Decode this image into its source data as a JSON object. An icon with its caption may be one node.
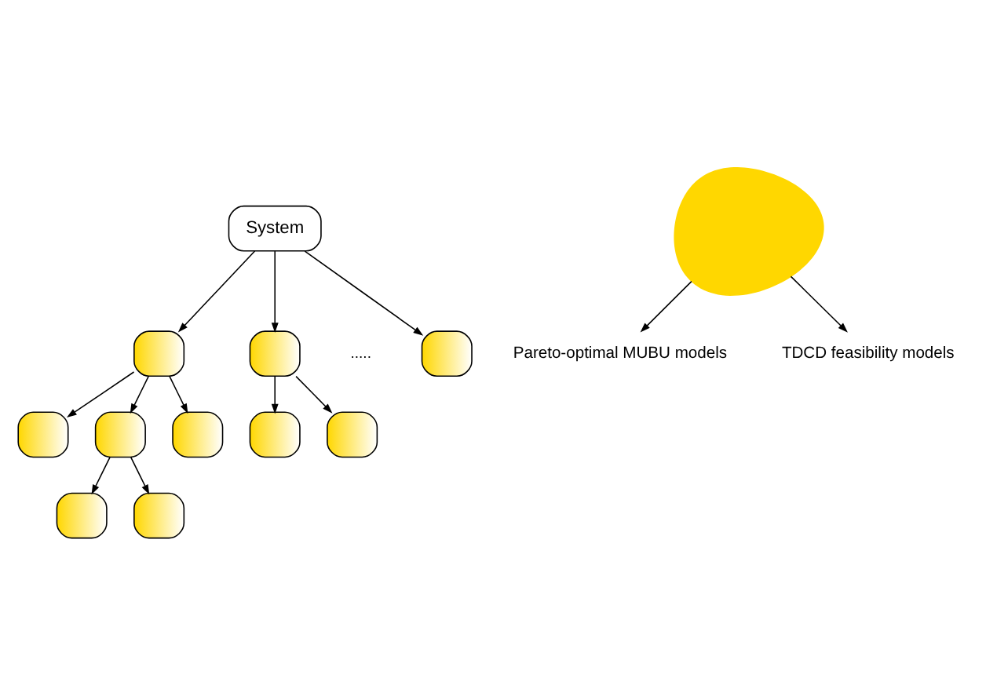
{
  "diagram": {
    "nodes": [
      {
        "text": [
          "System"
        ]
      },
      {
        "text": [],
        "shape": "box"
      },
      {
        "text": [],
        "shape": "box"
      },
      {
        "text": [],
        "shape": "box"
      },
      {
        "text": [],
        "shape": "box"
      },
      {
        "text": [],
        "shape": "box"
      },
      {
        "text": [],
        "shape": "box"
      },
      {
        "text": [],
        "shape": "box"
      },
      {
        "text": [],
        "shape": "box"
      },
      {
        "text": [],
        "shape": "box"
      },
      {
        "text": [],
        "shape": "box"
      },
      {
        "text": [
          "Pareto-optimal MUBU models"
        ]
      },
      {
        "text": [],
        "shape": "cloud"
      },
      {
        "text": [
          "TDCD feasibility models"
        ]
      }
    ],
    "edges": [
      {
        "from": 0,
        "to": 1,
        "arrow": "to"
      },
      {
        "from": 0,
        "to": 2,
        "arrow": "to"
      },
      {
        "from": 0,
        "to": 3,
        "arrow": "to"
      },
      {
        "from": 1,
        "to": 4,
        "arrow": "to"
      },
      {
        "from": 1,
        "to": 5,
        "arrow": "to"
      },
      {
        "from": 1,
        "to": 6,
        "arrow": "to"
      },
      {
        "from": 2,
        "to": 7,
        "arrow": "to"
      },
      {
        "from": 2,
        "to": 10,
        "arrow": "to"
      },
      {
        "from": 5,
        "to": 8,
        "arrow": "to"
      },
      {
        "from": 5,
        "to": 9,
        "arrow": "to"
      },
      {
        "from": 12,
        "to": 11,
        "arrow": "to"
      },
      {
        "from": 12,
        "to": 13,
        "arrow": "to"
      }
    ],
    "labels": [
      "....."
    ]
  }
}
